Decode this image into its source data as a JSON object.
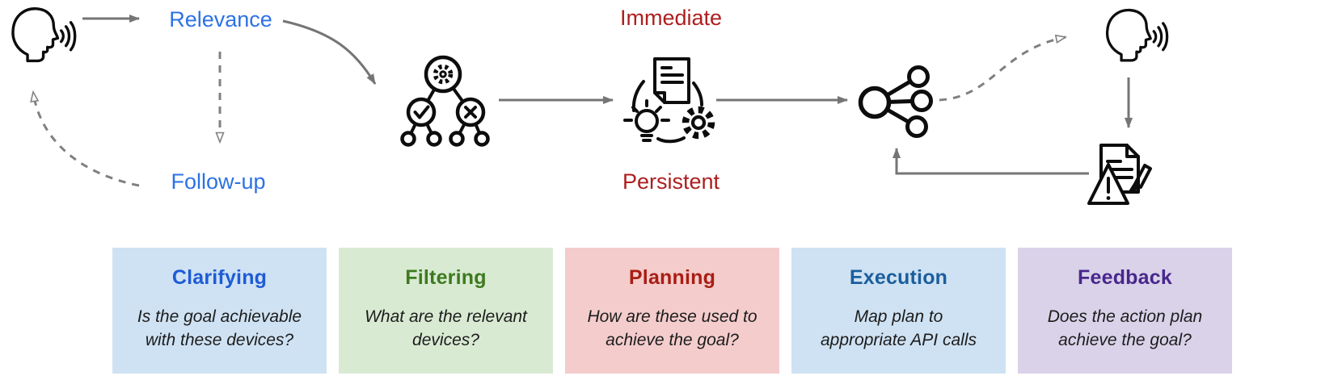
{
  "diagram": {
    "labels": {
      "relevance": "Relevance",
      "followup": "Follow-up",
      "immediate": "Immediate",
      "persistent": "Persistent"
    },
    "colors": {
      "label_blue": "#2d72e4",
      "label_red": "#ae1e1e",
      "arrow_gray": "#757575",
      "icon_black": "#0d0d0d"
    },
    "icons": [
      "user-speaking-icon",
      "decision-tree-icon",
      "planning-cycle-icon",
      "share-network-icon",
      "user-speaking-icon",
      "action-report-warning-icon"
    ]
  },
  "stages": [
    {
      "title": "Clarifying",
      "desc_line1": "Is the goal achievable",
      "desc_line2": "with these devices?",
      "bg": "#cfe2f3",
      "accent": "#1e5bd6"
    },
    {
      "title": "Filtering",
      "desc_line1": "What are the relevant",
      "desc_line2": "devices?",
      "bg": "#d9ead3",
      "accent": "#3d7a1f"
    },
    {
      "title": "Planning",
      "desc_line1": "How are these used to",
      "desc_line2": "achieve the goal?",
      "bg": "#f4cccc",
      "accent": "#a81e13"
    },
    {
      "title": "Execution",
      "desc_line1": "Map plan to",
      "desc_line2": "appropriate API calls",
      "bg": "#cfe2f3",
      "accent": "#1b5e9c"
    },
    {
      "title": "Feedback",
      "desc_line1": "Does the action plan",
      "desc_line2": "achieve the goal?",
      "bg": "#d9d2e9",
      "accent": "#48278c"
    }
  ]
}
